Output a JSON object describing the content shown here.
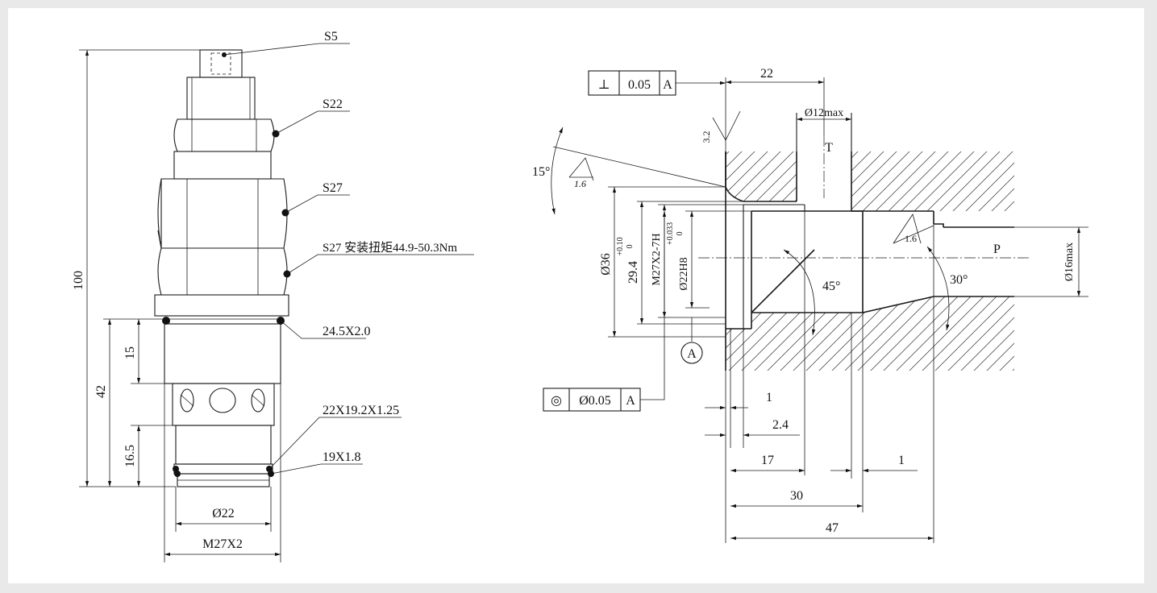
{
  "left_view": {
    "labels": {
      "s5": "S5",
      "s22": "S22",
      "s27a": "S27",
      "s27b": "S27 安装扭矩44.9-50.3Nm",
      "oring1": "24.5X2.0",
      "oring2": "22X19.2X1.25",
      "oring3": "19X1.8"
    },
    "dims": {
      "overall": "100",
      "d42": "42",
      "d15": "15",
      "d16_5": "16.5",
      "dia22": "Ø22",
      "thread": "M27X2"
    }
  },
  "right_view": {
    "fcf_perp": {
      "symbol": "⊥",
      "tol": "0.05",
      "datum": "A"
    },
    "fcf_conc": {
      "symbol": "◎",
      "tol": "Ø0.05",
      "datum": "A"
    },
    "datum_label": "A",
    "roughness": {
      "r1": "3.2",
      "r2": "1.6",
      "r3": "1.6"
    },
    "angles": {
      "a15": "15°",
      "a45": "45°",
      "a30": "30°"
    },
    "ports": {
      "t": "T",
      "p": "P"
    },
    "dims": {
      "d22": "22",
      "dia12": "Ø12max",
      "dia36": "Ø36",
      "d29_4": "29.4",
      "tol_29_4_up": "+0.10",
      "tol_29_4_lo": "0",
      "thread": "M27X2-7H",
      "dia22h8": "Ø22H8",
      "tol_22_up": "+0.033",
      "tol_22_lo": "0",
      "dia16": "Ø16max",
      "d1a": "1",
      "d2_4": "2.4",
      "d17": "17",
      "d1b": "1",
      "d30": "30",
      "d47": "47"
    }
  }
}
